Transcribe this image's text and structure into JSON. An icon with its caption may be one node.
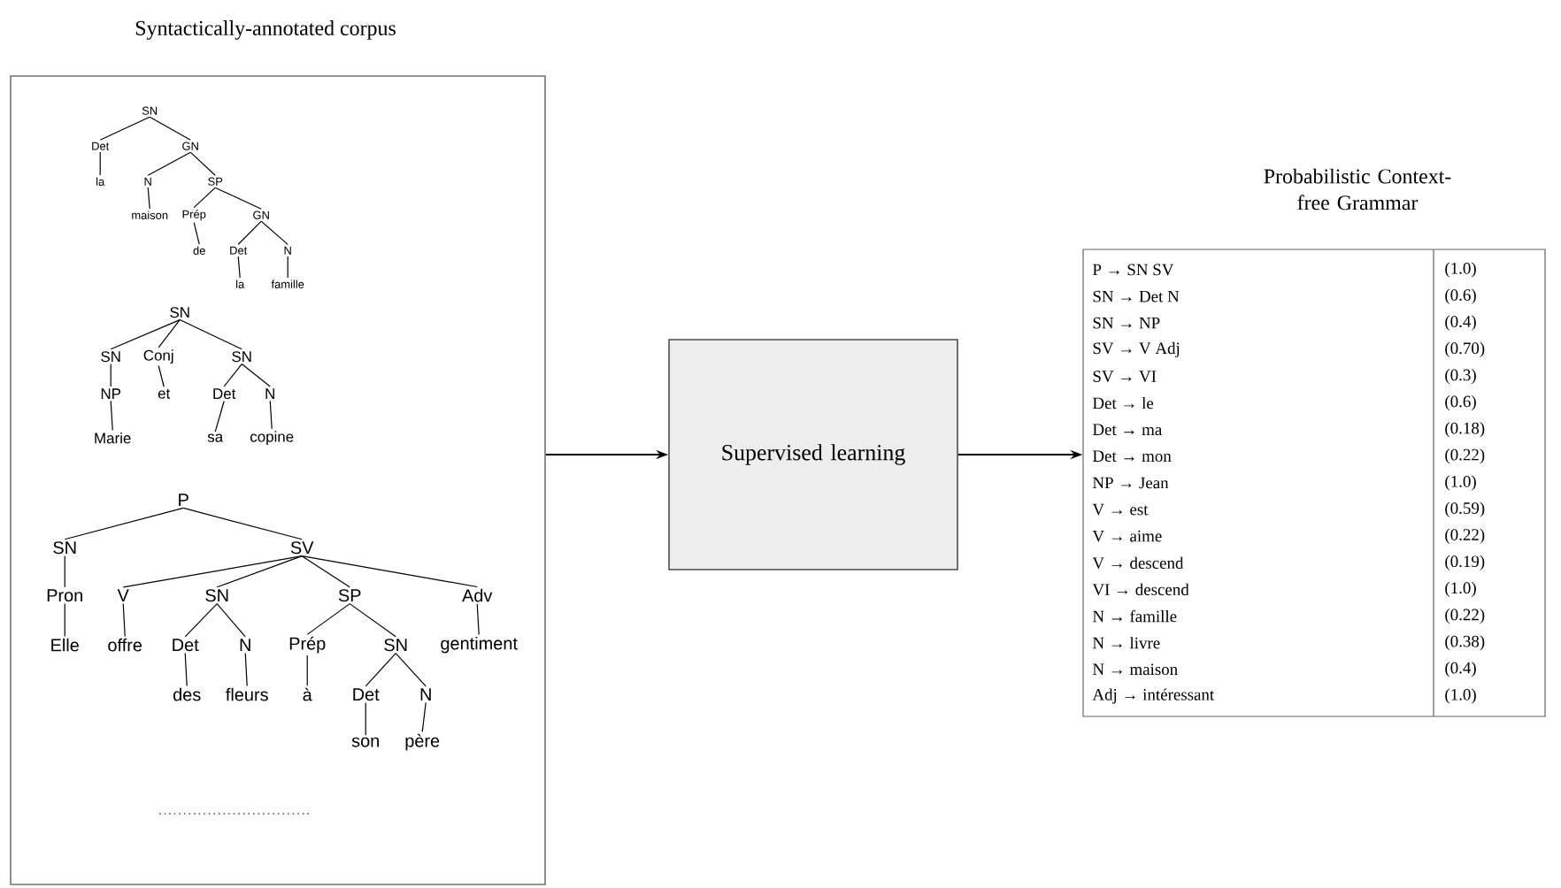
{
  "diagram": {
    "nodes": [
      {
        "text": [
          "Syntactically-annotated corpus"
        ]
      },
      {
        "text": [
          "SN"
        ],
        "in": 0
      },
      {
        "text": [
          "Det"
        ],
        "in": 0
      },
      {
        "text": [
          "GN"
        ],
        "in": 0
      },
      {
        "text": [
          "la"
        ],
        "in": 0
      },
      {
        "text": [
          "N"
        ],
        "in": 0
      },
      {
        "text": [
          "SP"
        ],
        "in": 0
      },
      {
        "text": [
          "maison"
        ],
        "in": 0
      },
      {
        "text": [
          "Prép"
        ],
        "in": 0
      },
      {
        "text": [
          "GN"
        ],
        "in": 0
      },
      {
        "text": [
          "de"
        ],
        "in": 0
      },
      {
        "text": [
          "Det"
        ],
        "in": 0
      },
      {
        "text": [
          "N"
        ],
        "in": 0
      },
      {
        "text": [
          "la"
        ],
        "in": 0
      },
      {
        "text": [
          "famille"
        ],
        "in": 0
      },
      {
        "text": [
          "SN"
        ],
        "in": 0
      },
      {
        "text": [
          "SN"
        ],
        "in": 0
      },
      {
        "text": [
          "Conj"
        ],
        "in": 0
      },
      {
        "text": [
          "SN"
        ],
        "in": 0
      },
      {
        "text": [
          "NP"
        ],
        "in": 0
      },
      {
        "text": [
          "et"
        ],
        "in": 0
      },
      {
        "text": [
          "Det"
        ],
        "in": 0
      },
      {
        "text": [
          "N"
        ],
        "in": 0
      },
      {
        "text": [
          "Marie"
        ],
        "in": 0
      },
      {
        "text": [
          "sa"
        ],
        "in": 0
      },
      {
        "text": [
          "copine"
        ],
        "in": 0
      },
      {
        "text": [
          "P"
        ],
        "in": 0
      },
      {
        "text": [
          "SN"
        ],
        "in": 0
      },
      {
        "text": [
          "SV"
        ],
        "in": 0
      },
      {
        "text": [
          "Pron"
        ],
        "in": 0
      },
      {
        "text": [
          "V"
        ],
        "in": 0
      },
      {
        "text": [
          "SN"
        ],
        "in": 0
      },
      {
        "text": [
          "SP"
        ],
        "in": 0
      },
      {
        "text": [
          "Adv"
        ],
        "in": 0
      },
      {
        "text": [
          "Elle"
        ],
        "in": 0
      },
      {
        "text": [
          "offre"
        ],
        "in": 0
      },
      {
        "text": [
          "Det"
        ],
        "in": 0
      },
      {
        "text": [
          "N"
        ],
        "in": 0
      },
      {
        "text": [
          "Prép"
        ],
        "in": 0
      },
      {
        "text": [
          "SN"
        ],
        "in": 0
      },
      {
        "text": [
          "gentiment"
        ],
        "in": 0
      },
      {
        "text": [
          "des"
        ],
        "in": 0
      },
      {
        "text": [
          "fleurs"
        ],
        "in": 0
      },
      {
        "text": [
          "à"
        ],
        "in": 0
      },
      {
        "text": [
          "Det"
        ],
        "in": 0
      },
      {
        "text": [
          "N"
        ],
        "in": 0
      },
      {
        "text": [
          "son"
        ],
        "in": 0
      },
      {
        "text": [
          "père"
        ],
        "in": 0
      },
      {
        "text": [
          "Supervised learning"
        ]
      },
      {
        "text": [
          "Probabilistic Context-free Grammar",
          "P → SN SV",
          "(1.0)",
          "SN → Det N",
          "(0.6)",
          "SN → NP",
          "(0.4)",
          "SV → V Adj",
          "(0.70)",
          "SV → VI",
          "(0.3)",
          "Det → le",
          "(0.6)",
          "Det → ma",
          "(0.18)",
          "Det → mon",
          "(0.22)",
          "NP → Jean",
          "(1.0)",
          "V → est",
          "(0.59)",
          "V → aime",
          "(0.22)",
          "V → descend",
          "(0.19)",
          "VI → descend",
          "(1.0)",
          "N → famille",
          "(0.22)",
          "N → livre",
          "(0.38)",
          "N → maison",
          "(0.4)",
          "Adj → intéressant",
          "(1.0)"
        ]
      }
    ],
    "edges": [
      {
        "from": 1,
        "to": 2,
        "arrow": "none"
      },
      {
        "from": 1,
        "to": 3,
        "arrow": "none"
      },
      {
        "from": 2,
        "to": 4,
        "arrow": "none"
      },
      {
        "from": 3,
        "to": 5,
        "arrow": "none"
      },
      {
        "from": 3,
        "to": 6,
        "arrow": "none"
      },
      {
        "from": 5,
        "to": 7,
        "arrow": "none"
      },
      {
        "from": 6,
        "to": 8,
        "arrow": "none"
      },
      {
        "from": 6,
        "to": 9,
        "arrow": "none"
      },
      {
        "from": 8,
        "to": 10,
        "arrow": "none"
      },
      {
        "from": 9,
        "to": 11,
        "arrow": "none"
      },
      {
        "from": 9,
        "to": 12,
        "arrow": "none"
      },
      {
        "from": 11,
        "to": 13,
        "arrow": "none"
      },
      {
        "from": 12,
        "to": 14,
        "arrow": "none"
      },
      {
        "from": 15,
        "to": 16,
        "arrow": "none"
      },
      {
        "from": 15,
        "to": 17,
        "arrow": "none"
      },
      {
        "from": 15,
        "to": 18,
        "arrow": "none"
      },
      {
        "from": 16,
        "to": 19,
        "arrow": "none"
      },
      {
        "from": 17,
        "to": 20,
        "arrow": "none"
      },
      {
        "from": 18,
        "to": 21,
        "arrow": "none"
      },
      {
        "from": 18,
        "to": 22,
        "arrow": "none"
      },
      {
        "from": 19,
        "to": 23,
        "arrow": "none"
      },
      {
        "from": 21,
        "to": 24,
        "arrow": "none"
      },
      {
        "from": 22,
        "to": 25,
        "arrow": "none"
      },
      {
        "from": 26,
        "to": 27,
        "arrow": "none"
      },
      {
        "from": 26,
        "to": 28,
        "arrow": "none"
      },
      {
        "from": 27,
        "to": 29,
        "arrow": "none"
      },
      {
        "from": 28,
        "to": 30,
        "arrow": "none"
      },
      {
        "from": 28,
        "to": 31,
        "arrow": "none"
      },
      {
        "from": 28,
        "to": 32,
        "arrow": "none"
      },
      {
        "from": 28,
        "to": 33,
        "arrow": "none"
      },
      {
        "from": 29,
        "to": 34,
        "arrow": "none"
      },
      {
        "from": 30,
        "to": 35,
        "arrow": "none"
      },
      {
        "from": 31,
        "to": 36,
        "arrow": "none"
      },
      {
        "from": 31,
        "to": 37,
        "arrow": "none"
      },
      {
        "from": 32,
        "to": 38,
        "arrow": "none"
      },
      {
        "from": 32,
        "to": 39,
        "arrow": "none"
      },
      {
        "from": 33,
        "to": 40,
        "arrow": "none"
      },
      {
        "from": 36,
        "to": 41,
        "arrow": "none"
      },
      {
        "from": 37,
        "to": 42,
        "arrow": "none"
      },
      {
        "from": 38,
        "to": 43,
        "arrow": "none"
      },
      {
        "from": 39,
        "to": 44,
        "arrow": "none"
      },
      {
        "from": 39,
        "to": 45,
        "arrow": "none"
      },
      {
        "from": 44,
        "to": 46,
        "arrow": "none"
      },
      {
        "from": 45,
        "to": 47,
        "arrow": "none"
      },
      {
        "from": 0,
        "to": 48,
        "arrow": "to"
      },
      {
        "from": 48,
        "to": 49,
        "arrow": "to"
      }
    ]
  }
}
